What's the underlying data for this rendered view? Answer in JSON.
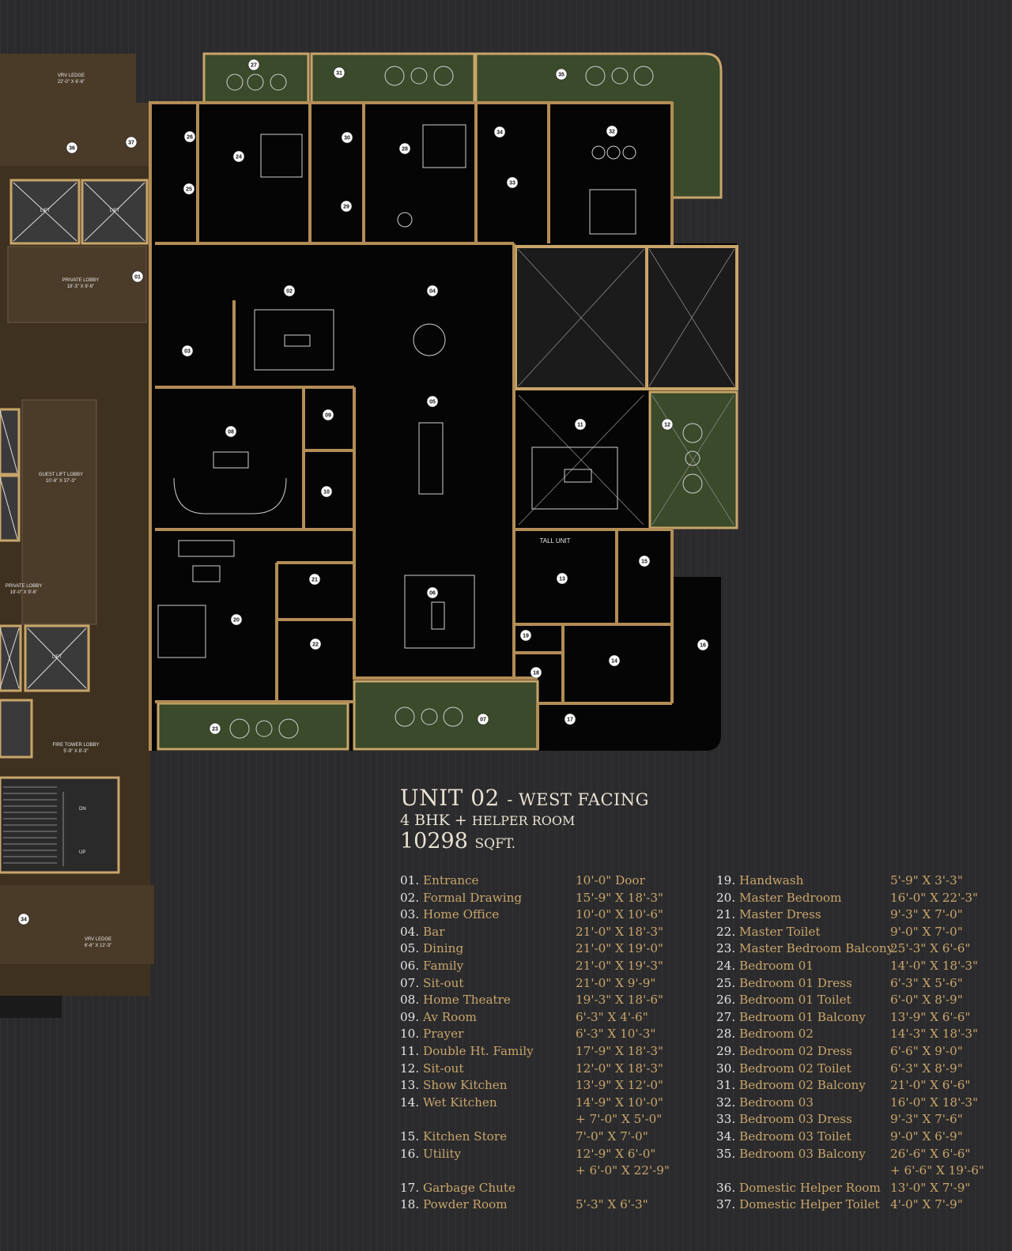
{
  "unit": {
    "title": "UNIT 02",
    "facing": "- WEST FACING",
    "config_main": "4 BHK +",
    "config_extra": "HELPER ROOM",
    "area_value": "10298",
    "area_unit": "SQFT."
  },
  "plan_labels": {
    "vrv_ledge_top": "VRV LEDGE",
    "vrv_ledge_top_dim": "22'-0\" X 6'-6\"",
    "private_lobby_top": "PRIVATE LOBBY",
    "private_lobby_top_dim": "18'-3\" X 9'-6\"",
    "guest_lift_lobby": "GUEST LIFT LOBBY",
    "guest_lift_lobby_dim": "10'-6\" X 37'-3\"",
    "private_lobby_bottom": "PRIVATE LOBBY",
    "private_lobby_bottom_dim": "19'-0\" X 9'-6\"",
    "fire_tower_lobby": "FIRE TOWER LOBBY",
    "fire_tower_lobby_dim": "5'-9\" X 8'-3\"",
    "vrv_ledge_bottom": "VRV LEDGE",
    "vrv_ledge_bottom_dim": "6'-6\" X 12'-3\"",
    "tall_unit": "TALL UNIT",
    "lift": "LIFT",
    "dn": "DN",
    "up": "UP"
  },
  "badges": [
    "01",
    "02",
    "03",
    "04",
    "05",
    "06",
    "07",
    "08",
    "09",
    "10",
    "11",
    "12",
    "13",
    "14",
    "15",
    "16",
    "17",
    "18",
    "19",
    "20",
    "21",
    "22",
    "23",
    "24",
    "25",
    "26",
    "27",
    "28",
    "29",
    "30",
    "31",
    "32",
    "33",
    "34",
    "35",
    "36",
    "37",
    "34"
  ],
  "legend_left": [
    {
      "num": "01.",
      "name": "Entrance",
      "dim": "10'-0\" Door",
      "dim2": ""
    },
    {
      "num": "02.",
      "name": "Formal Drawing",
      "dim": "15'-9\" X 18'-3\"",
      "dim2": ""
    },
    {
      "num": "03.",
      "name": "Home Office",
      "dim": "10'-0\" X 10'-6\"",
      "dim2": ""
    },
    {
      "num": "04.",
      "name": "Bar",
      "dim": "21'-0\" X 18'-3\"",
      "dim2": ""
    },
    {
      "num": "05.",
      "name": "Dining",
      "dim": "21'-0\" X 19'-0\"",
      "dim2": ""
    },
    {
      "num": "06.",
      "name": "Family",
      "dim": "21'-0\" X 19'-3\"",
      "dim2": ""
    },
    {
      "num": "07.",
      "name": "Sit-out",
      "dim": "21'-0\" X 9'-9\"",
      "dim2": ""
    },
    {
      "num": "08.",
      "name": "Home Theatre",
      "dim": "19'-3\" X 18'-6\"",
      "dim2": ""
    },
    {
      "num": "09.",
      "name": "Av Room",
      "dim": "6'-3\" X 4'-6\"",
      "dim2": ""
    },
    {
      "num": "10.",
      "name": "Prayer",
      "dim": "6'-3\" X 10'-3\"",
      "dim2": ""
    },
    {
      "num": "11.",
      "name": "Double Ht. Family",
      "dim": "17'-9\" X 18'-3\"",
      "dim2": ""
    },
    {
      "num": "12.",
      "name": "Sit-out",
      "dim": "12'-0\" X 18'-3\"",
      "dim2": ""
    },
    {
      "num": "13.",
      "name": "Show Kitchen",
      "dim": "13'-9\" X 12'-0\"",
      "dim2": ""
    },
    {
      "num": "14.",
      "name": "Wet Kitchen",
      "dim": "14'-9\" X 10'-0\"",
      "dim2": "+ 7'-0\" X 5'-0\""
    },
    {
      "num": "15.",
      "name": "Kitchen Store",
      "dim": "7'-0\" X 7'-0\"",
      "dim2": ""
    },
    {
      "num": "16.",
      "name": "Utility",
      "dim": "12'-9\" X 6'-0\"",
      "dim2": "+ 6'-0\" X 22'-9\""
    },
    {
      "num": "17.",
      "name": "Garbage Chute",
      "dim": "",
      "dim2": ""
    },
    {
      "num": "18.",
      "name": "Powder Room",
      "dim": "5'-3\" X 6'-3\"",
      "dim2": ""
    }
  ],
  "legend_right": [
    {
      "num": "19.",
      "name": "Handwash",
      "dim": "5'-9\" X 3'-3\"",
      "dim2": ""
    },
    {
      "num": "20.",
      "name": "Master Bedroom",
      "dim": "16'-0\" X 22'-3\"",
      "dim2": ""
    },
    {
      "num": "21.",
      "name": "Master Dress",
      "dim": "9'-3\" X 7'-0\"",
      "dim2": ""
    },
    {
      "num": "22.",
      "name": "Master Toilet",
      "dim": "9'-0\" X 7'-0\"",
      "dim2": ""
    },
    {
      "num": "23.",
      "name": "Master Bedroom Balcony",
      "dim": "25'-3\" X 6'-6\"",
      "dim2": ""
    },
    {
      "num": "24.",
      "name": "Bedroom 01",
      "dim": "14'-0\" X 18'-3\"",
      "dim2": ""
    },
    {
      "num": "25.",
      "name": "Bedroom 01 Dress",
      "dim": "6'-3\" X 5'-6\"",
      "dim2": ""
    },
    {
      "num": "26.",
      "name": "Bedroom 01 Toilet",
      "dim": "6'-0\" X 8'-9\"",
      "dim2": ""
    },
    {
      "num": "27.",
      "name": "Bedroom 01 Balcony",
      "dim": "13'-9\" X 6'-6\"",
      "dim2": ""
    },
    {
      "num": "28.",
      "name": "Bedroom 02",
      "dim": "14'-3\" X 18'-3\"",
      "dim2": ""
    },
    {
      "num": "29.",
      "name": "Bedroom 02 Dress",
      "dim": "6'-6\" X 9'-0\"",
      "dim2": ""
    },
    {
      "num": "30.",
      "name": "Bedroom 02 Toilet",
      "dim": "6'-3\" X 8'-9\"",
      "dim2": ""
    },
    {
      "num": "31.",
      "name": "Bedroom 02 Balcony",
      "dim": "21'-0\" X 6'-6\"",
      "dim2": ""
    },
    {
      "num": "32.",
      "name": "Bedroom 03",
      "dim": "16'-0\" X 18'-3\"",
      "dim2": ""
    },
    {
      "num": "33.",
      "name": "Bedroom 03 Dress",
      "dim": "9'-3\" X 7'-6\"",
      "dim2": ""
    },
    {
      "num": "34.",
      "name": "Bedroom 03 Toilet",
      "dim": "9'-0\" X 6'-9\"",
      "dim2": ""
    },
    {
      "num": "35.",
      "name": "Bedroom 03 Balcony",
      "dim": "26'-6\" X 6'-6\"",
      "dim2": "+ 6'-6\" X 19'-6\""
    },
    {
      "num": "36.",
      "name": "Domestic Helper Room",
      "dim": "13'-0\" X 7'-9\"",
      "dim2": ""
    },
    {
      "num": "37.",
      "name": "Domestic Helper Toilet",
      "dim": "4'-0\" X 7'-9\"",
      "dim2": ""
    }
  ]
}
